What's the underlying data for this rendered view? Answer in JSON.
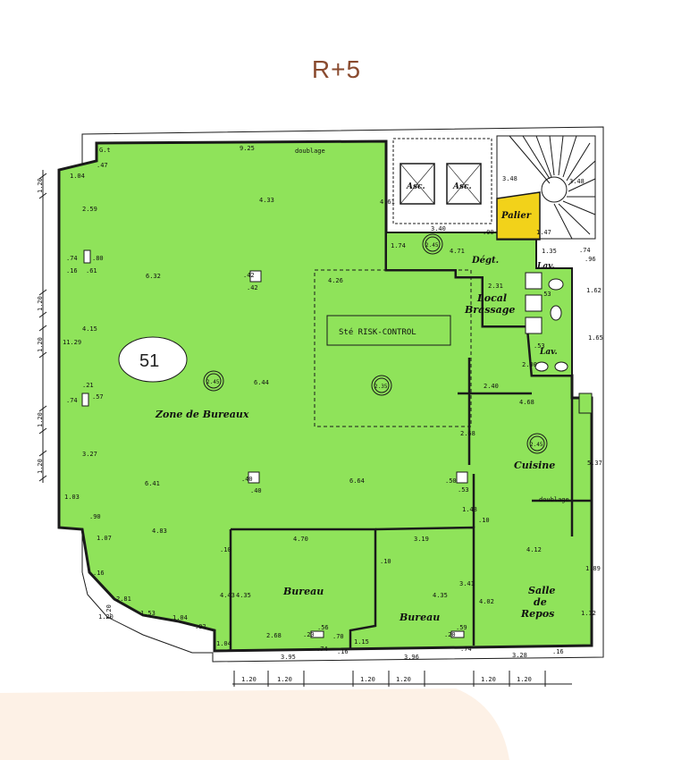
{
  "title": "R+5",
  "colors": {
    "floor": "#8fe35a",
    "wall": "#1a1a1a",
    "accent": "#f2d21a",
    "title": "#8a4b2f",
    "bg_wave": "#fdf1e6"
  },
  "lot_number": "51",
  "rooms": {
    "zone_bureaux": "Zone de Bureaux",
    "risk_control": "Sté RISK-CONTROL",
    "bureau_1": "Bureau",
    "bureau_2": "Bureau",
    "cuisine": "Cuisine",
    "salle_repos": [
      "Salle",
      "de",
      "Repos"
    ],
    "local_brassage": [
      "Local",
      "Brassage"
    ],
    "degt": "Dégt.",
    "palier": "Palier",
    "asc_1": "Asc.",
    "asc_2": "Asc.",
    "lav_1": "Lav.",
    "lav_2": "Lav."
  },
  "tags": {
    "doublage_top": "doublage",
    "doublage_right": "doublage",
    "gt": "G.t"
  },
  "heights": [
    "2.45",
    "2.35",
    "2.45",
    "2.45"
  ],
  "dimensions": {
    "top": "9.25",
    "d_1_04": "1.04",
    "d_47": ".47",
    "d_4_33": "4.33",
    "d_4_61": "4.61",
    "d_3_40": "3.40",
    "d_3_48a": "3.48",
    "d_3_48b": "3.48",
    "d_1_47": "1.47",
    "d_4_71": "4.71",
    "d_1_74": "1.74",
    "d_90": ".90",
    "d_1_35": "1.35",
    "d_74a": ".74",
    "d_96": ".96",
    "d_4_26": "4.26",
    "d_6_32": "6.32",
    "d_2_59": "2.59",
    "d_11_29": "11.29",
    "d_4_15": "4.15",
    "d_74b": ".74",
    "d_80": ".80",
    "d_16a": ".16",
    "d_61": ".61",
    "d_42a": ".42",
    "d_42b": ".42",
    "d_6_44": "6.44",
    "d_2_31": "2.31",
    "d_2_00": "2.00",
    "d_2_40": "2.40",
    "d_4_68": "4.68",
    "d_2_68": "2.68",
    "d_3_27": "3.27",
    "d_6_41": "6.41",
    "d_6_64": "6.64",
    "d_1_03": "1.03",
    "d_50": ".50",
    "d_53": ".53",
    "d_40a": ".40",
    "d_40b": ".40",
    "d_1_48": "1.48",
    "d_10a": ".10",
    "d_5_37": "5.37",
    "d_4_83": "4.83",
    "d_1_07": "1.07",
    "d_90b": ".90",
    "d_4_70": "4.70",
    "d_3_19": "3.19",
    "d_4_12": "4.12",
    "d_1_89": "1.89",
    "d_10b": ".10",
    "d_10c": ".10",
    "d_16b": ".16",
    "d_2_81": "2.81",
    "d_4_43": "4.43",
    "d_4_35a": "4.35",
    "d_4_35b": "4.35",
    "d_3_41": "3.41",
    "d_4_02": "4.02",
    "d_1_53": "1.53",
    "d_1_04b": "1.04",
    "d_92": ".92",
    "d_1_20a": "1.20",
    "d_2_68b": "2.68",
    "d_56": ".56",
    "d_70": ".70",
    "d_59": ".59",
    "d_20a": ".20",
    "d_20b": ".20",
    "d_1_15": "1.15",
    "d_74c": ".74",
    "d_74d": ".74",
    "d_1_04c": "1.04",
    "d_3_95": "3.95",
    "d_3_96": "3.96",
    "d_3_28": "3.28",
    "d_16c": ".16",
    "d_16d": ".16",
    "d_1_12": "1.12",
    "d_21": ".21",
    "d_57": ".57",
    "d_74e": ".74",
    "d_1_65": "1.65",
    "d_1_62": "1.62",
    "d_53b": ".53",
    "d_53c": ".53"
  },
  "bottom_ticks": [
    "1.20",
    "1.20",
    "1.20",
    "1.20",
    "1.20",
    "1.20"
  ],
  "left_ticks": [
    "1.20",
    "1.20",
    "1.20",
    "1.20",
    "1.20",
    "1.20"
  ]
}
